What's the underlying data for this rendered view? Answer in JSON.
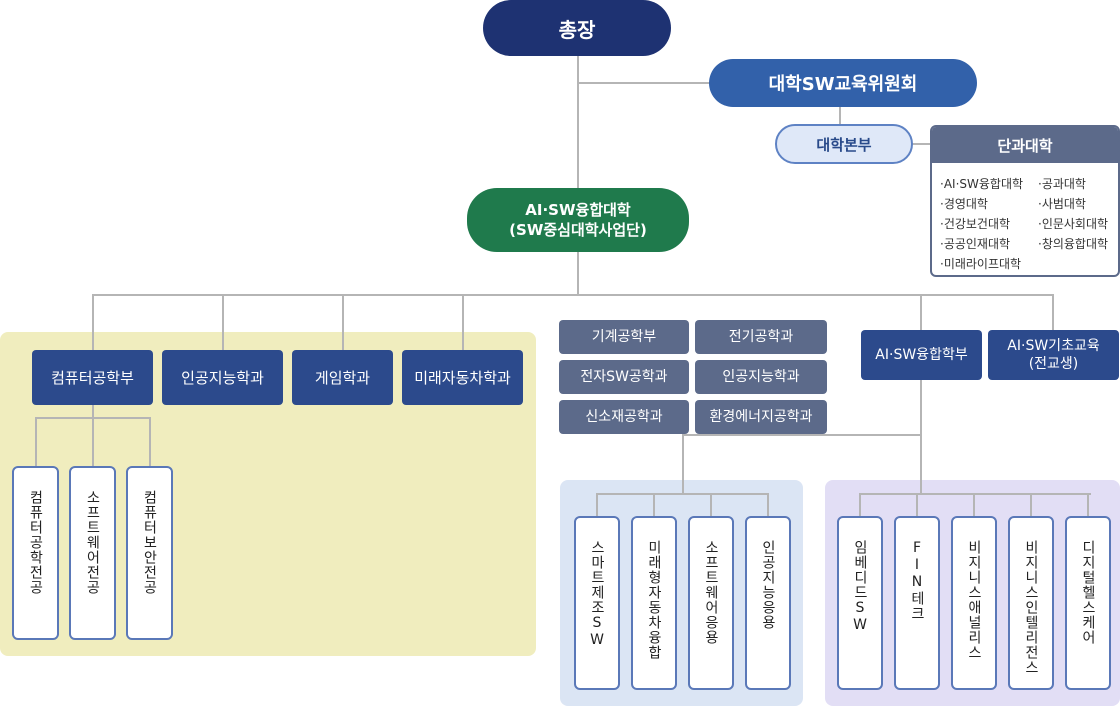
{
  "top": {
    "president": "총장",
    "committee": "대학SW교육위원회",
    "hq": "대학본부",
    "colleges": {
      "title": "단과대학",
      "items": [
        "·AI·SW융합대학",
        "·공과대학",
        "·경영대학",
        "·사범대학",
        "·건강보건대학",
        "·인문사회대학",
        "·공공인재대학",
        "·창의융합대학",
        "·미래라이프대학"
      ]
    }
  },
  "ai_college": {
    "line1": "AI·SW융합대학",
    "line2": "(SW중심대학사업단)"
  },
  "left_depts": [
    "컴퓨터공학부",
    "인공지능학과",
    "게임학과",
    "미래자동차학과"
  ],
  "cs_majors": [
    "컴퓨터공학전공",
    "소프트웨어전공",
    "컴퓨터보안전공"
  ],
  "mid_depts": [
    "기계공학부",
    "전기공학과",
    "전자SW공학과",
    "인공지능학과",
    "신소재공학과",
    "환경에너지공학과"
  ],
  "right_depts": [
    "AI·SW융합학부",
    "AI·SW기초교육\n(전교생)"
  ],
  "blue_majors": [
    "스마트제조SW",
    "미래형자동차융합",
    "소프트웨어응용",
    "인공지능응용"
  ],
  "purple_majors": [
    "임베디드SW",
    "FIN테크",
    "비지니스애널리스",
    "비지니스인텔리전스",
    "디지털헬스케어"
  ],
  "colors": {
    "navy": "#1e3272",
    "blue": "#3261aa",
    "green": "#1f7a4c",
    "dept": "#2c4a8c",
    "slate": "#5c6a8a",
    "yellow_panel": "#f0edbe",
    "blue_panel": "#dbe5f4",
    "purple_panel": "#e2def5"
  }
}
